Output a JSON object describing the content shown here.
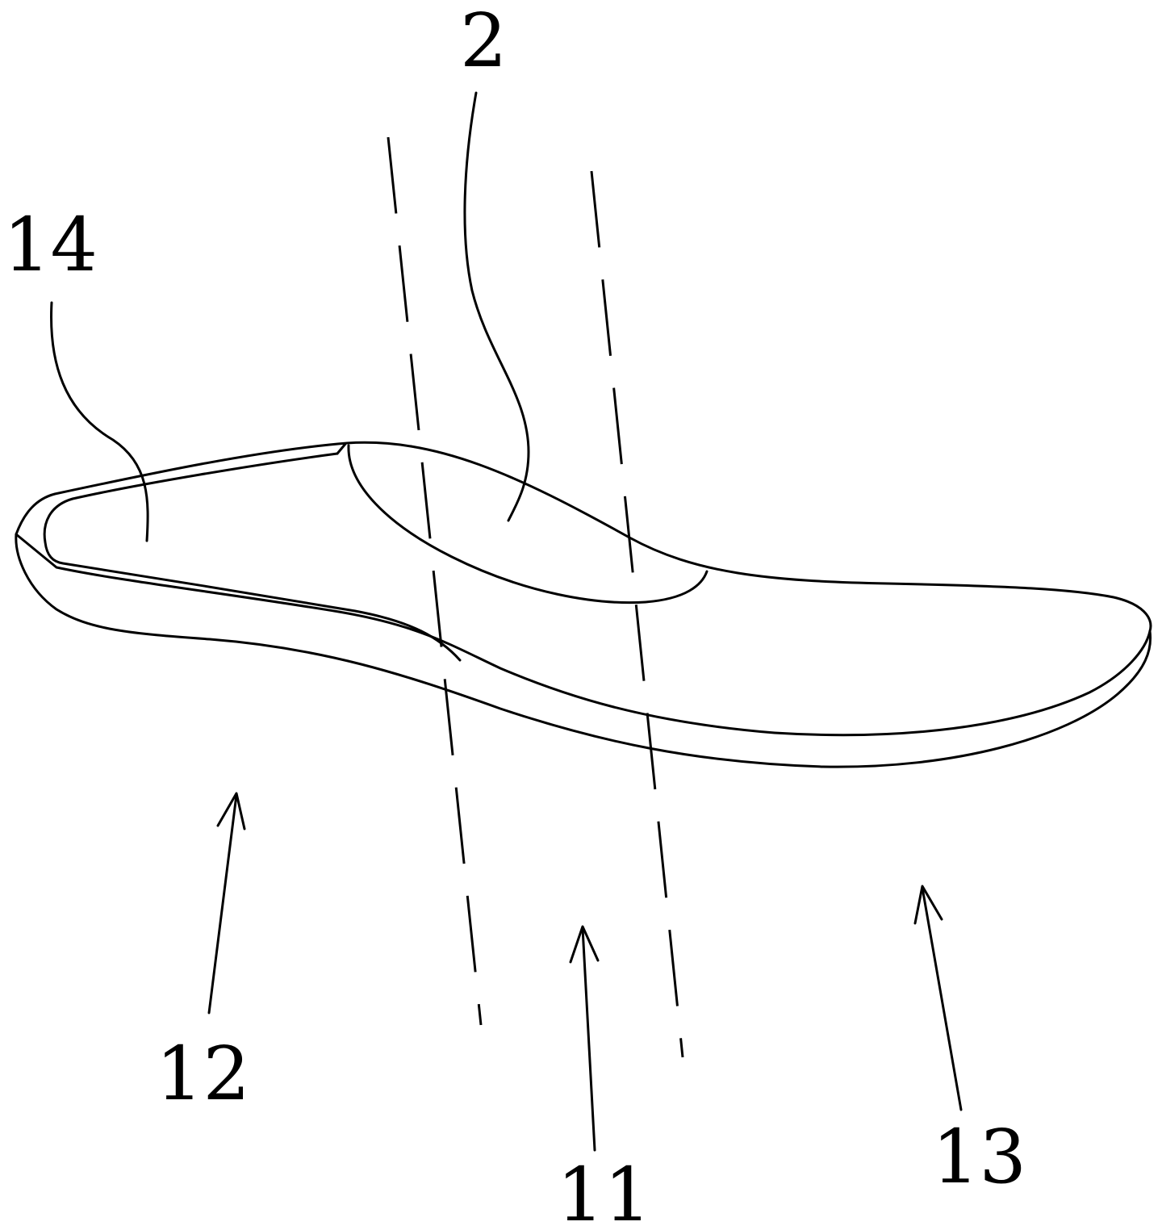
{
  "figure": {
    "stroke_color": "#000000",
    "background_color": "#ffffff",
    "reference_labels": {
      "insole_part_top": "2",
      "heel_region": "14",
      "forefoot_region_12": "12",
      "midfoot_region": "11",
      "region_13": "13"
    }
  }
}
